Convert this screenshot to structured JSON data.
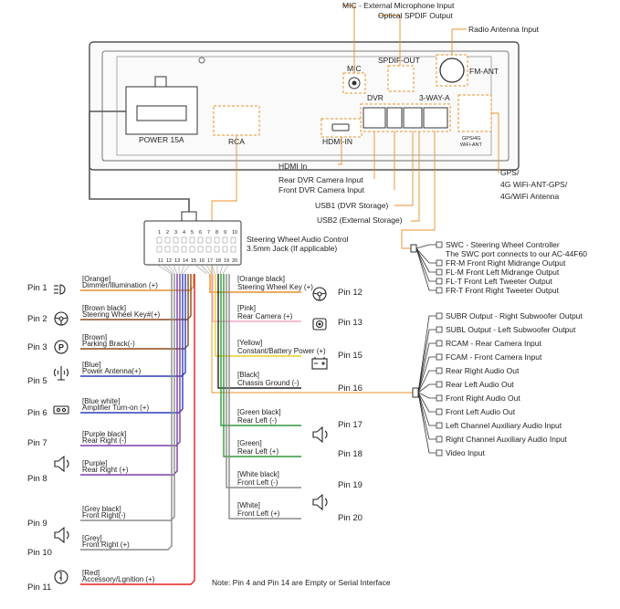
{
  "colors": {
    "orange": "#e8902a",
    "brown": "#8b4a1c",
    "blue": "#2b3fb8",
    "purple": "#7a3fa8",
    "green": "#2f9a3a",
    "red": "#e0201c",
    "grey": "#8a8a8a",
    "pink": "#f0a8c8",
    "yellow": "#e8cf20",
    "black": "#222222"
  },
  "top_labels": {
    "mic": "MIC - External Microphone Input",
    "spdif": "Optical SPDIF Output",
    "radio": "Radio Antenna Input"
  },
  "unit_labels": {
    "mic": "MIC",
    "spdif_out": "SPDIF-OUT",
    "fm_ant": "FM-ANT",
    "dvr": "DVR",
    "three_way": "3-WAY-A",
    "gps_line1": "GPS/4G",
    "gps_line2": "WiFi-ANT",
    "power": "POWER 15A",
    "rca": "RCA",
    "hdmi": "HDMI-IN"
  },
  "mid_labels": {
    "hdmi_in": "HDMI In",
    "rear_dvr": "Rear DVR Camera Input",
    "front_dvr": "Front DVR Camera Input",
    "usb1": "USB1 (DVR Storage)",
    "usb2": "USB2 (External Storage)",
    "gps_1": "GPS/",
    "gps_2": "4G WiFi-ANT-GPS/",
    "gps_3": "4G/WiFi Antenna"
  },
  "connector": {
    "top_pins": [
      "1",
      "2",
      "3",
      "4",
      "5",
      "6",
      "7",
      "8",
      "9",
      "10"
    ],
    "bottom_pins": [
      "11",
      "12",
      "13",
      "14",
      "15",
      "16",
      "17",
      "18",
      "19",
      "20"
    ],
    "swc_line1": "Steering Wheel Audio Control",
    "swc_line2": "3.5mm Jack (If applicable)"
  },
  "swc_outputs": [
    "SWC - Steering Wheel Controller",
    "The SWC port connects to our AC-44F60",
    "FR-M Front Right Midrange Output",
    "FL-M Front Left Midrange Output",
    "FL-T Front Left Tweeter Output",
    "FR-T Front Right Tweeter Output"
  ],
  "rca_outputs": [
    "SUBR Output - Right Subwoofer Output",
    "SUBL Output - Left Subwoofer Output",
    "RCAM - Rear Camera Input",
    "FCAM - Front Camera Input",
    "Rear Right Audio Out",
    "Rear Left Audio Out",
    "Front Right Audio Out",
    "Front Left Audio Out",
    "Left Channel Auxiliary Audio Input",
    "Right Channel Auxiliary Audio Input",
    "Video Input"
  ],
  "left_pins": [
    {
      "pin": "Pin 1",
      "color_name": "[Orange]",
      "func": "Dimmer/Illumination (+)",
      "wire": "orange",
      "icon": "dimmer-icon"
    },
    {
      "pin": "Pin 2",
      "color_name": "[Brown black]",
      "func": "Steering Wheel Key#(+)",
      "wire": "brown",
      "icon": "steering-wheel-icon"
    },
    {
      "pin": "Pin 3",
      "color_name": "[Brown]",
      "func": "Parking Brack(-)",
      "wire": "brown",
      "icon": "parking-brake-icon"
    },
    {
      "pin": "Pin 5",
      "color_name": "[Blue]",
      "func": "Power Antenna(+)",
      "wire": "blue",
      "icon": "antenna-icon"
    },
    {
      "pin": "Pin 6",
      "color_name": "[Blue white]",
      "func": "Amplifier Turn-on (+)",
      "wire": "blue",
      "icon": "amplifier-icon"
    },
    {
      "pin": "Pin 7",
      "color_name": "[Purple black]",
      "func": "Rear Right (-)",
      "wire": "purple",
      "icon": ""
    },
    {
      "pin": "Pin 8",
      "color_name": "[Purple]",
      "func": "Rear Right (+)",
      "wire": "purple",
      "icon": "speaker-icon"
    },
    {
      "pin": "Pin 9",
      "color_name": "[Grey black]",
      "func": "Front Right(-)",
      "wire": "grey",
      "icon": "speaker-icon"
    },
    {
      "pin": "Pin 10",
      "color_name": "[Grey]",
      "func": "Front Right (+)",
      "wire": "grey",
      "icon": ""
    },
    {
      "pin": "Pin 11",
      "color_name": "[Red]",
      "func": "Accessory/Lgnition (+)",
      "wire": "red",
      "icon": "ignition-icon"
    }
  ],
  "right_pins": [
    {
      "pin": "Pin 12",
      "color_name": "[Orange black]",
      "func": "Steering Wheel Key (+)",
      "wire": "orange",
      "icon": "steering-wheel-icon"
    },
    {
      "pin": "Pin 13",
      "color_name": "[Pink]",
      "func": "Rear Camera (+)",
      "wire": "pink",
      "icon": "camera-icon"
    },
    {
      "pin": "Pin 15",
      "color_name": "[Yellow]",
      "func": "Constant/Battery Power (+)",
      "wire": "yellow",
      "icon": "battery-icon"
    },
    {
      "pin": "Pin 16",
      "color_name": "[Black]",
      "func": "Chassis Ground (-)",
      "wire": "black",
      "icon": ""
    },
    {
      "pin": "Pin 17",
      "color_name": "[Green black]",
      "func": "Rear Left (-)",
      "wire": "green",
      "icon": "speaker-icon"
    },
    {
      "pin": "Pin 18",
      "color_name": "[Green]",
      "func": "Rear Left (+)",
      "wire": "green",
      "icon": ""
    },
    {
      "pin": "Pin 19",
      "color_name": "[White black]",
      "func": "Front Left (-)",
      "wire": "grey",
      "icon": "speaker-icon"
    },
    {
      "pin": "Pin 20",
      "color_name": "[White]",
      "func": "Front Left (+)",
      "wire": "grey",
      "icon": ""
    }
  ],
  "note": "Note: Pin 4 and Pin 14 are Empty or Serial Interface"
}
